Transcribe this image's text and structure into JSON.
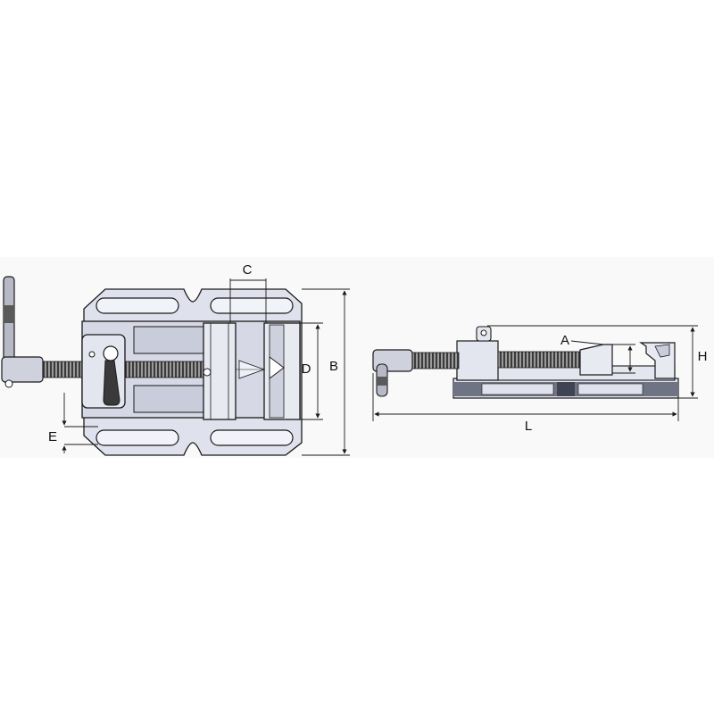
{
  "labels": {
    "c": "C",
    "d": "D",
    "b": "B",
    "e": "E",
    "a": "A",
    "h": "H",
    "l": "L"
  },
  "colors": {
    "outline": "#1a1a1a",
    "body_fill": "#dfe1ec",
    "slot_fill": "#f2f3f9",
    "screw_dark": "#3b3b3b",
    "screw_mid": "#8a8a8a",
    "base_dark": "#6f7484",
    "background": "#ffffff",
    "backdrop_band": "#f9f9f9"
  }
}
